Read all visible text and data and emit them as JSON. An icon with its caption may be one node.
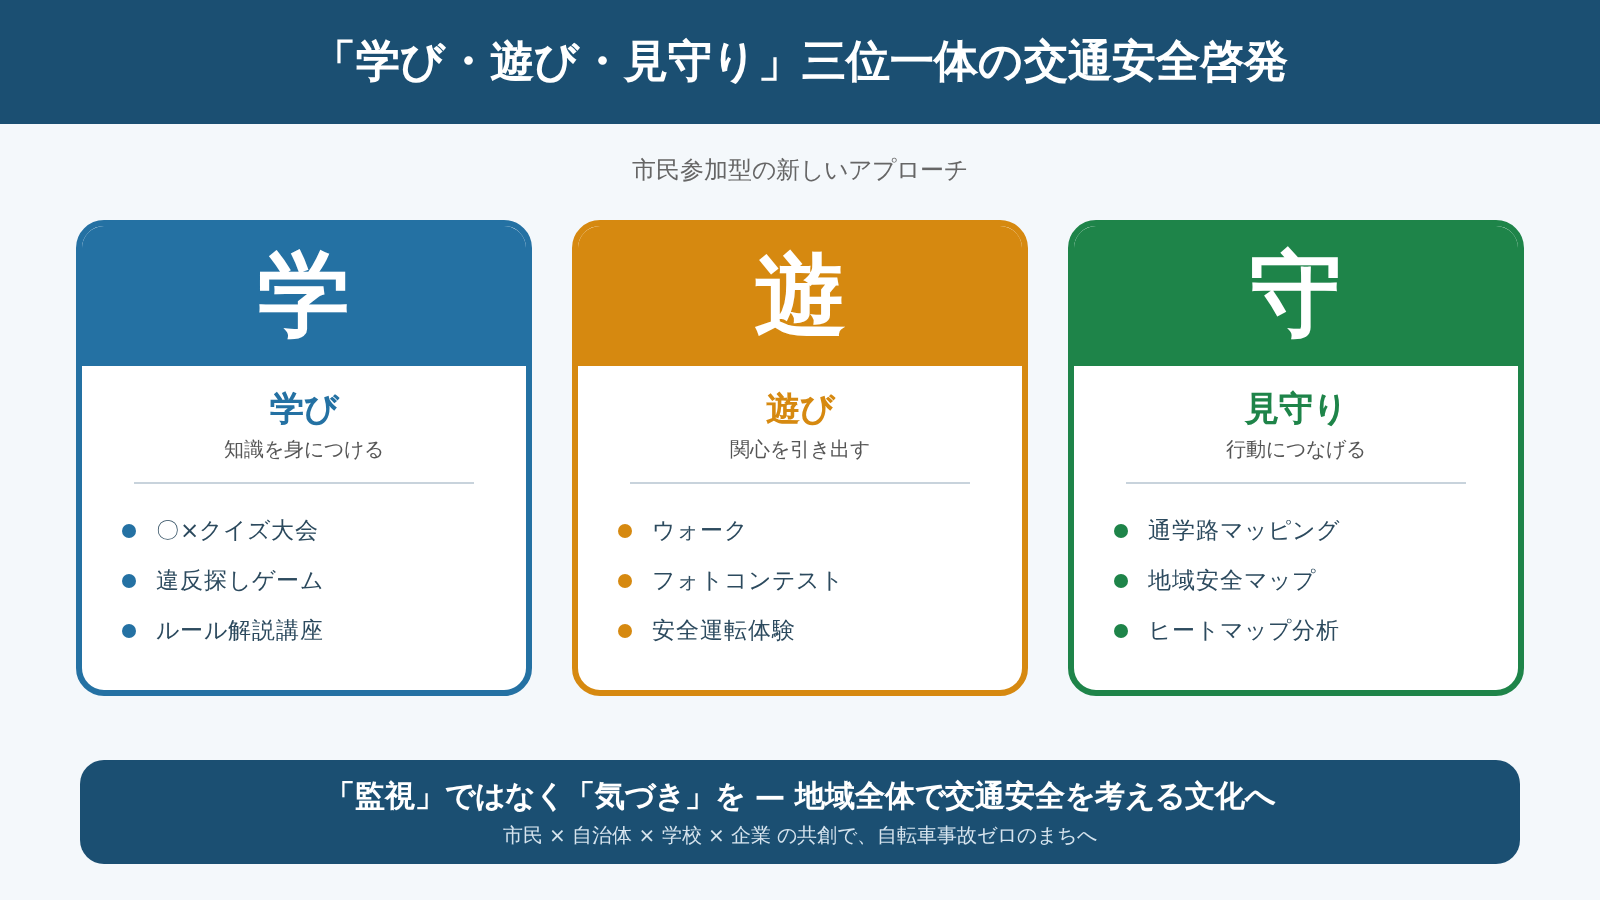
{
  "diagram": {
    "title": "「学び・遊び・見守り」三位一体の交通安全啓発",
    "nodes": [
      {
        "text": [
          "学",
          "学び",
          "知識を身につける",
          "〇×クイズ大会",
          "違反探しゲーム",
          "ルール解説講座"
        ]
      },
      {
        "text": [
          "遊",
          "遊び",
          "関心を引き出す",
          "ウォーク",
          "フォトコンテスト",
          "安全運転体験"
        ]
      },
      {
        "text": [
          "守",
          "見守り",
          "行動につなげる",
          "通学路マッピング",
          "地域安全マップ",
          "ヒートマップ分析"
        ]
      },
      {
        "text": [
          "「監視」ではなく「気づき」を — 地域全体で交通安全を考える文化へ",
          "市民 × 自治体 × 学校 × 企業 の共創で、自転車事故ゼロのまちへ"
        ]
      }
    ],
    "labels": [
      "市民参加型の新しいアプローチ"
    ]
  }
}
